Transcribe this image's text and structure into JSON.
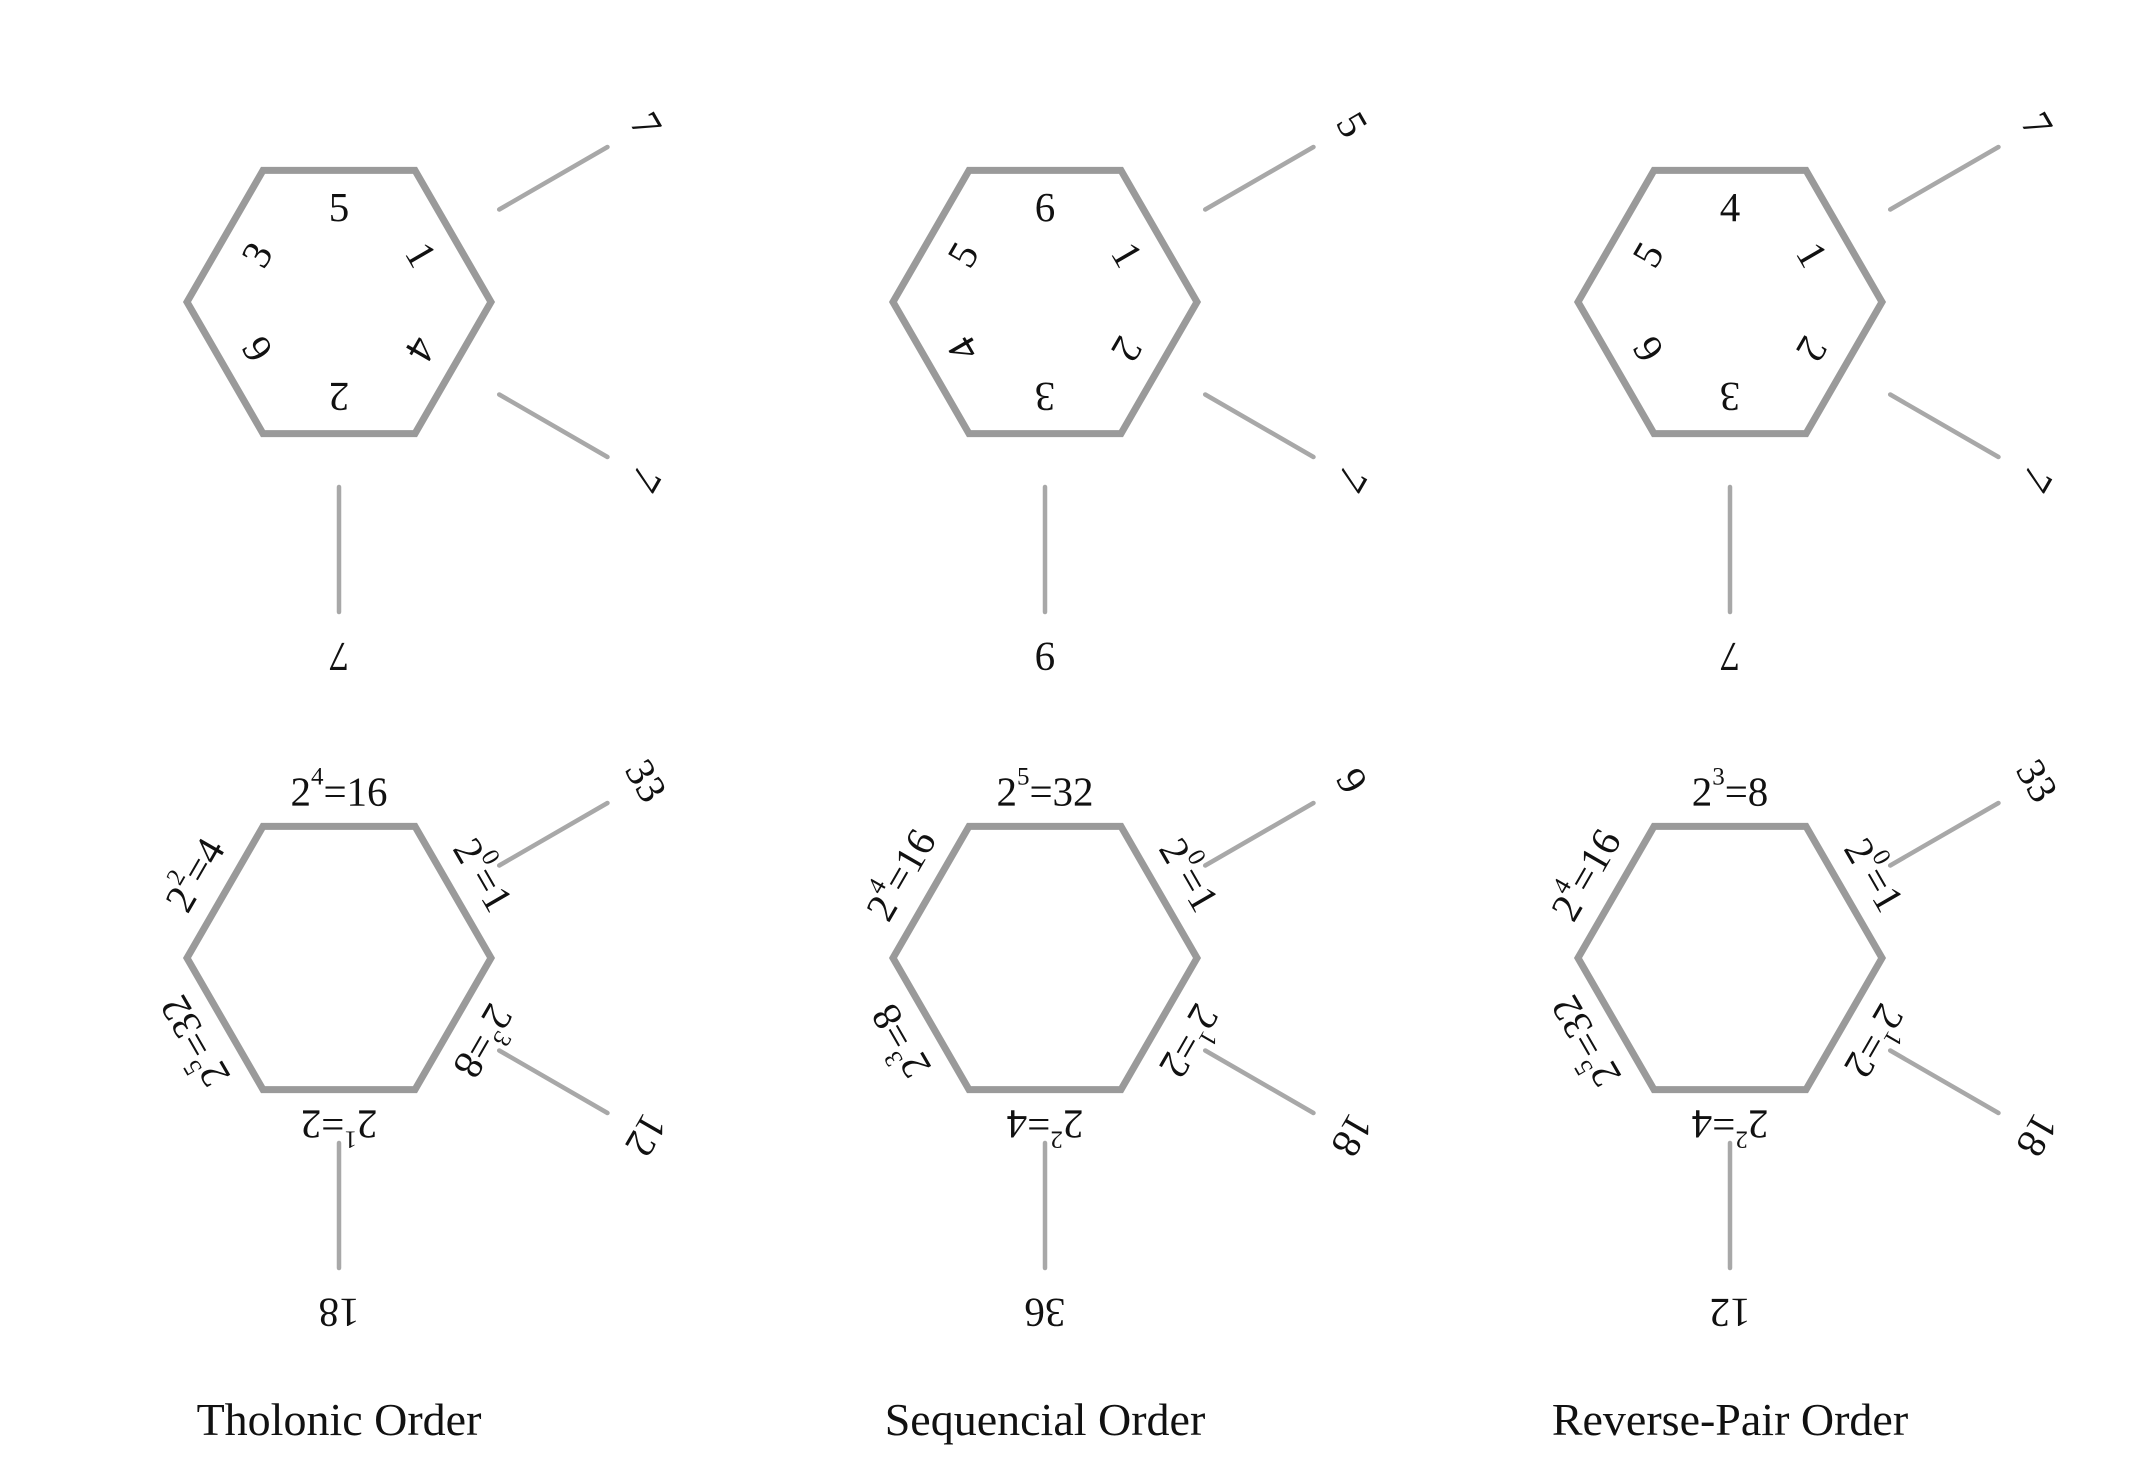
{
  "colors": {
    "hexagon_stroke": "#9a9a9a",
    "stub_stroke": "#a8a8a8",
    "text": "#111111"
  },
  "columns": [
    {
      "caption": "Tholonic Order",
      "top": {
        "inner": [
          "5",
          "1",
          "4",
          "2",
          "6",
          "3"
        ],
        "outer": {
          "upper_right": "7",
          "lower_right": "7",
          "bottom": "7"
        }
      },
      "bottom": {
        "edges": [
          {
            "base": "2",
            "exp": "4",
            "value": "=16"
          },
          {
            "base": "2",
            "exp": "0",
            "value": "=1"
          },
          {
            "base": "2",
            "exp": "3",
            "value": "=8"
          },
          {
            "base": "2",
            "exp": "1",
            "value": "=2"
          },
          {
            "base": "2",
            "exp": "5",
            "value": "=32"
          },
          {
            "base": "2",
            "exp": "2",
            "value": "=4"
          }
        ],
        "outer": {
          "upper_right": "33",
          "lower_right": "12",
          "bottom": "18"
        }
      }
    },
    {
      "caption": "Sequencial Order",
      "top": {
        "inner": [
          "6",
          "1",
          "2",
          "3",
          "4",
          "5"
        ],
        "outer": {
          "upper_right": "5",
          "lower_right": "7",
          "bottom": "9"
        }
      },
      "bottom": {
        "edges": [
          {
            "base": "2",
            "exp": "5",
            "value": "=32"
          },
          {
            "base": "2",
            "exp": "0",
            "value": "=1"
          },
          {
            "base": "2",
            "exp": "1",
            "value": "=2"
          },
          {
            "base": "2",
            "exp": "2",
            "value": "=4"
          },
          {
            "base": "2",
            "exp": "3",
            "value": "=8"
          },
          {
            "base": "2",
            "exp": "4",
            "value": "=16"
          }
        ],
        "outer": {
          "upper_right": "9",
          "lower_right": "18",
          "bottom": "36"
        }
      }
    },
    {
      "caption": "Reverse-Pair Order",
      "top": {
        "inner": [
          "4",
          "1",
          "2",
          "3",
          "6",
          "5"
        ],
        "outer": {
          "upper_right": "7",
          "lower_right": "7",
          "bottom": "7"
        }
      },
      "bottom": {
        "edges": [
          {
            "base": "2",
            "exp": "3",
            "value": "=8"
          },
          {
            "base": "2",
            "exp": "0",
            "value": "=1"
          },
          {
            "base": "2",
            "exp": "1",
            "value": "=2"
          },
          {
            "base": "2",
            "exp": "2",
            "value": "=4"
          },
          {
            "base": "2",
            "exp": "5",
            "value": "=32"
          },
          {
            "base": "2",
            "exp": "4",
            "value": "=16"
          }
        ],
        "outer": {
          "upper_right": "33",
          "lower_right": "18",
          "bottom": "12"
        }
      }
    }
  ]
}
